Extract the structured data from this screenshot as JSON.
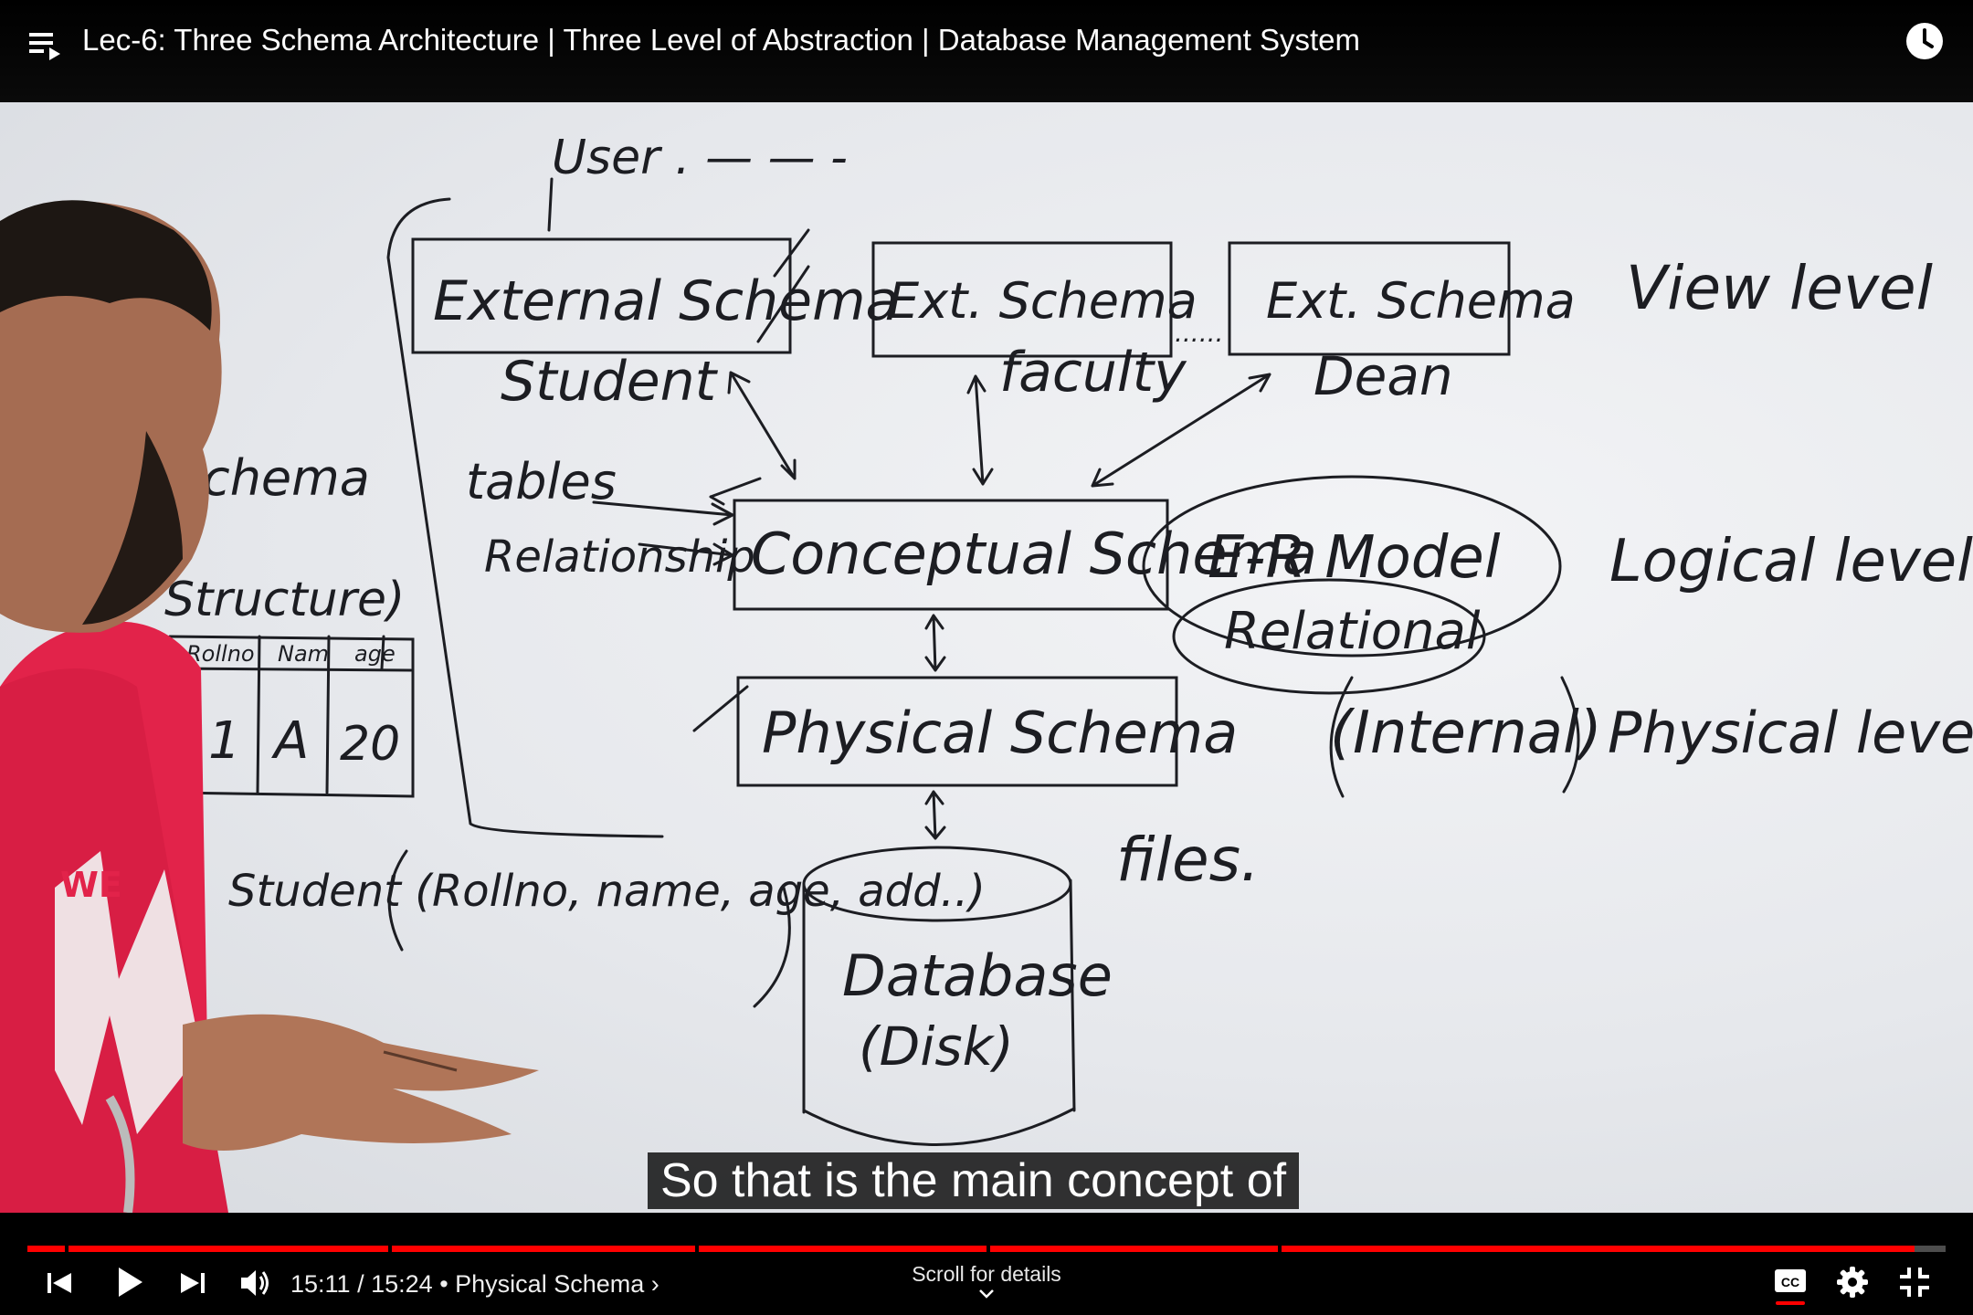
{
  "header": {
    "title": "Lec-6: Three Schema Architecture | Three Level of Abstraction | Database Management System",
    "playlist_icon": "playlist-icon",
    "watch_later_icon": "clock-icon"
  },
  "whiteboard": {
    "user": "User . — — -",
    "external_schema": "External Schema",
    "ext_schema_1": "Ext. Schema",
    "ext_schema_2": "Ext. Schema",
    "ext_dots": "......",
    "student": "Student",
    "faculty": "faculty",
    "dean": "Dean",
    "view_level": "View level",
    "tables": "tables",
    "relationship": "Relationship",
    "conceptual_schema": "Conceptual Schema",
    "er_model": "E-R Model",
    "relational": "Relational",
    "logical_level": "Logical level",
    "physical_schema": "Physical Schema",
    "internal": "(Internal)",
    "physical_level": "Physical level",
    "files": "files.",
    "database": "Database",
    "disk": "(Disk)",
    "schema_left": "chema",
    "structure": "Structure)",
    "table_headers": [
      "Rollno",
      "Nam",
      "age"
    ],
    "table_row": [
      "1",
      "A",
      "20"
    ],
    "student_relation": "Student (Rollno, name, age, add..)",
    "shirt_text": "WE"
  },
  "caption": {
    "text": "So that is the main concept of"
  },
  "controls": {
    "current_time": "15:11",
    "duration": "15:24",
    "separator": "/",
    "chapter": "• Physical Schema ›",
    "scroll_hint": "Scroll for details",
    "progress_fraction": 0.984,
    "chapter_marks": [
      0.0195,
      0.188,
      0.348,
      0.5,
      0.652
    ],
    "accent_color": "#ff0000",
    "icons": {
      "previous": "skip-previous-icon",
      "play": "play-icon",
      "next": "skip-next-icon",
      "volume": "volume-icon",
      "captions": "closed-captions-icon",
      "settings": "gear-icon",
      "exit_fullscreen": "exit-fullscreen-icon"
    }
  }
}
